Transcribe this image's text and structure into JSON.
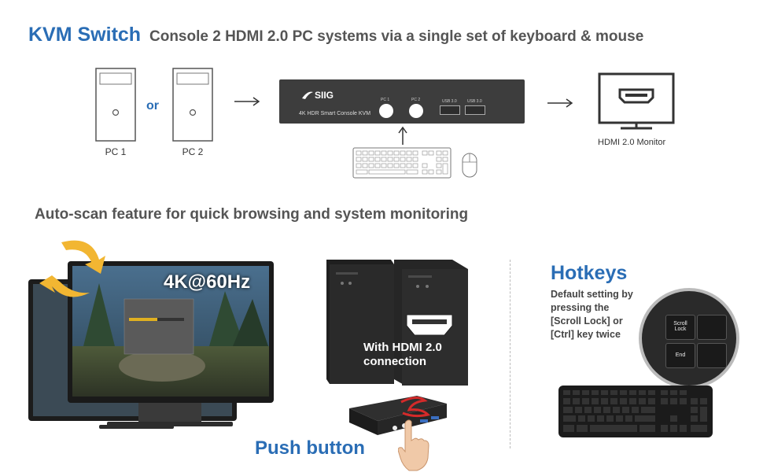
{
  "header": {
    "title": "KVM Switch",
    "subtitle": "Console 2 HDMI 2.0 PC systems via a single set of keyboard & mouse"
  },
  "diagram": {
    "pc1_label": "PC 1",
    "or_label": "or",
    "pc2_label": "PC 2",
    "kvm": {
      "brand": "SIIG",
      "model": "4K HDR Smart Console KVM",
      "button1": "PC 1",
      "button2": "PC 2",
      "usb1": "USB 3.0",
      "usb2": "USB 3.0"
    },
    "monitor_label": "HDMI 2.0 Monitor"
  },
  "features": {
    "autoscan_heading": "Auto-scan feature for quick browsing and system monitoring",
    "resolution_badge": "4K@60Hz",
    "hdmi_note_line1": "With HDMI 2.0",
    "hdmi_note_line2": "connection",
    "push_button_label": "Push button",
    "hotkeys_title": "Hotkeys",
    "hotkeys_desc": [
      "Default setting by",
      "pressing the",
      "[Scroll Lock] or",
      "[Ctrl] key twice"
    ],
    "keys": {
      "scroll_lock_1": "Scroll",
      "scroll_lock_2": "Lock",
      "end": "End"
    }
  },
  "colors": {
    "accent": "#2a6db5",
    "text": "#555555",
    "device": "#3d3d3d"
  }
}
